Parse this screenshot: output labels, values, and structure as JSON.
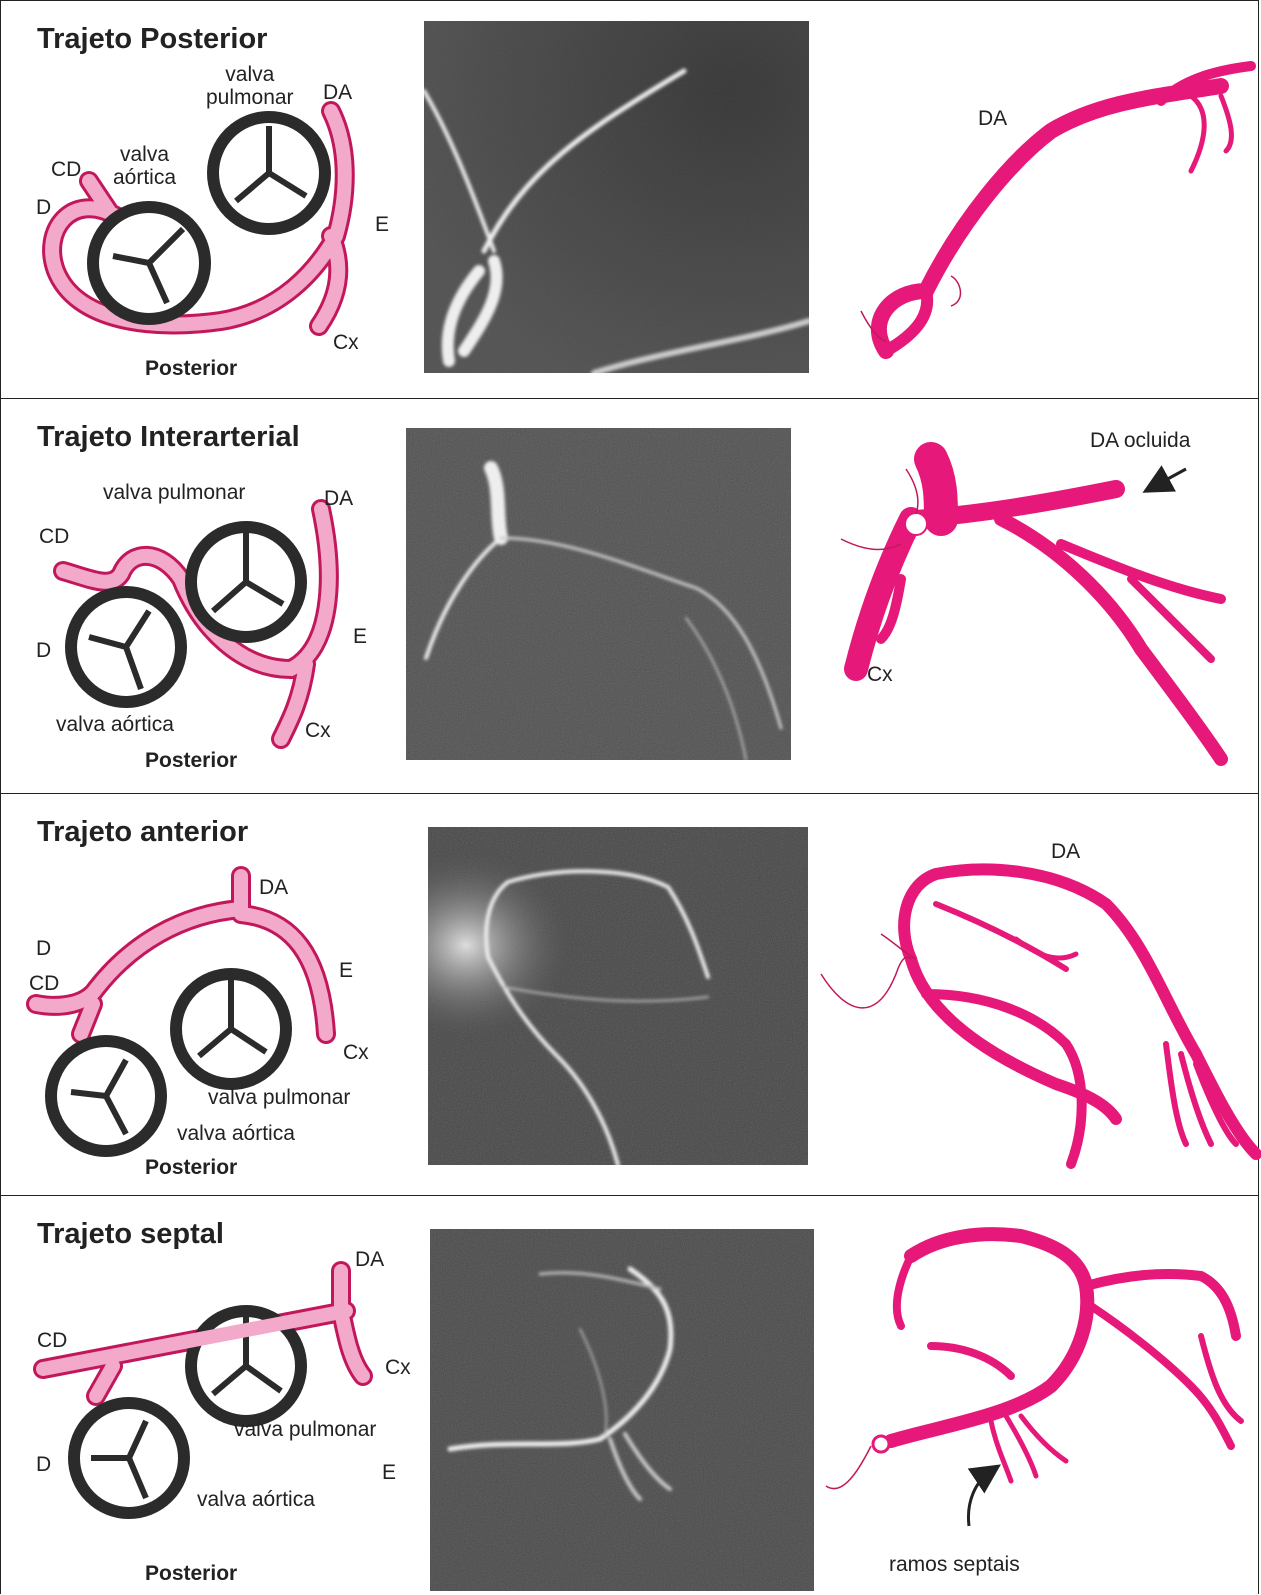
{
  "colors": {
    "artery_fill": "#f3a9c9",
    "artery_stroke": "#c2185b",
    "vessel_magenta": "#e6197a",
    "valve_ring": "#2b2b2b",
    "angio_background": "#4a4a4a",
    "angio_vessel": "#efefef"
  },
  "panels": [
    {
      "title": "Trajeto Posterior",
      "labels": {
        "pulmonary_valve": "valva\npulmonar",
        "aortic_valve": "valva\naórtica",
        "da": "DA",
        "cd": "CD",
        "d": "D",
        "e": "E",
        "cx": "Cx",
        "posterior": "Posterior",
        "tracing_da": "DA"
      }
    },
    {
      "title": "Trajeto Interarterial",
      "labels": {
        "pulmonary_valve": "valva pulmonar",
        "aortic_valve": "valva aórtica",
        "da": "DA",
        "cd": "CD",
        "d": "D",
        "e": "E",
        "cx": "Cx",
        "posterior": "Posterior",
        "tracing_da_occluded": "DA ocluida",
        "tracing_cx": "Cx"
      }
    },
    {
      "title": "Trajeto anterior",
      "labels": {
        "pulmonary_valve": "valva pulmonar",
        "aortic_valve": "valva aórtica",
        "da": "DA",
        "cd": "CD",
        "d": "D",
        "e": "E",
        "cx": "Cx",
        "posterior": "Posterior",
        "tracing_da": "DA"
      }
    },
    {
      "title": "Trajeto septal",
      "labels": {
        "pulmonary_valve": "valva pulmonar",
        "aortic_valve": "valva aórtica",
        "da": "DA",
        "cd": "CD",
        "d": "D",
        "e": "E",
        "cx": "Cx",
        "posterior": "Posterior",
        "tracing_septal_branches": "ramos septais"
      }
    }
  ]
}
